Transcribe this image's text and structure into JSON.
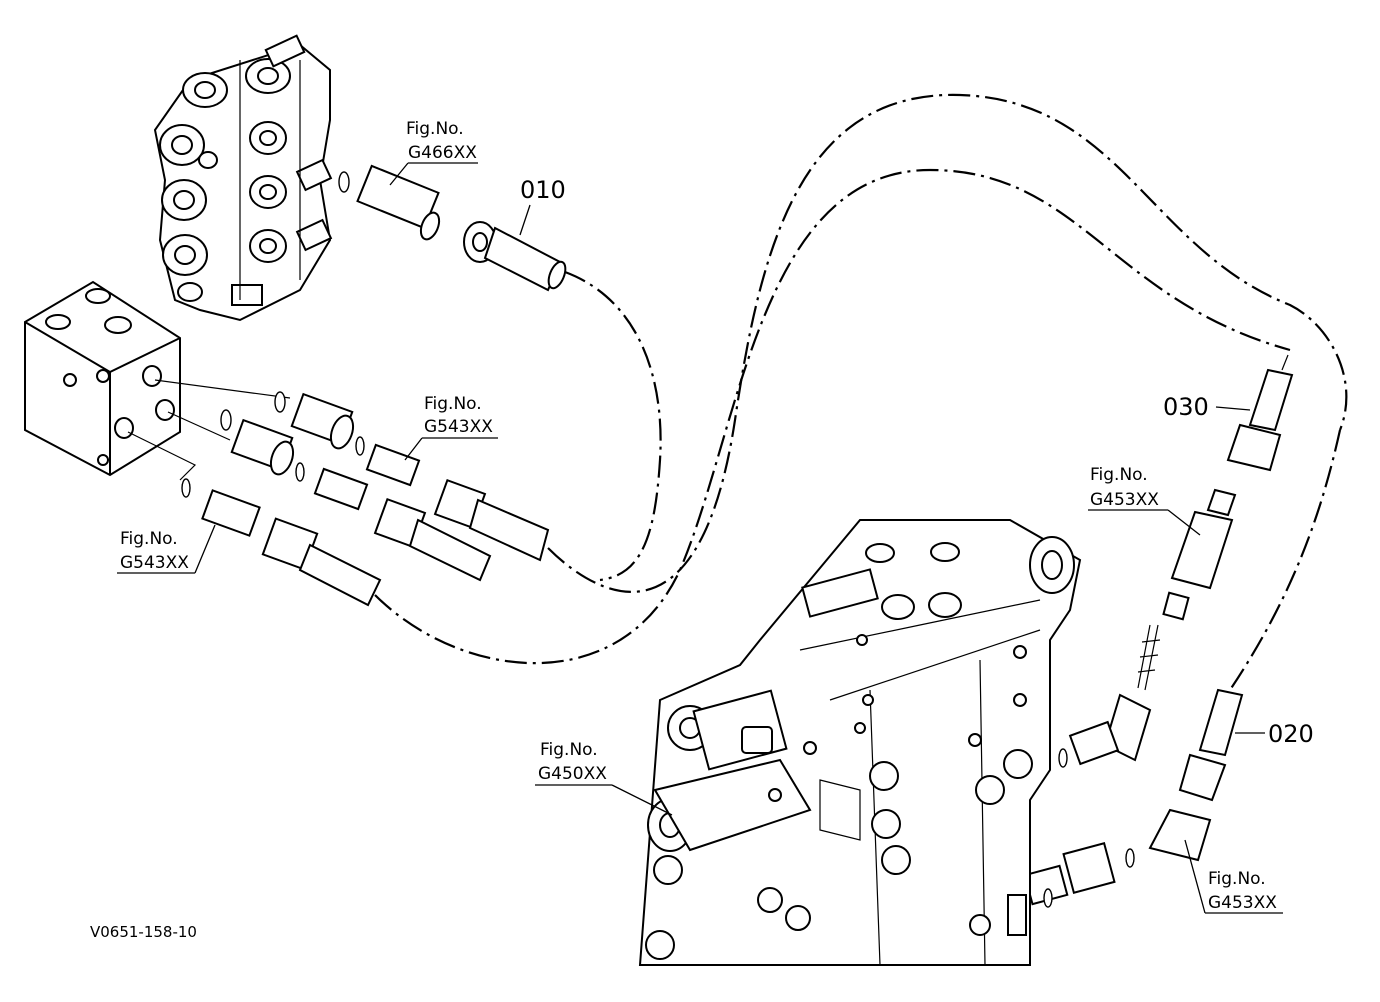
{
  "diagram": {
    "drawing_number": "V0651-158-10",
    "part_numbers": [
      "010",
      "020",
      "030"
    ],
    "figure_refs": [
      {
        "label": "Fig.No.",
        "code": "G466XX"
      },
      {
        "label": "Fig.No.",
        "code": "G543XX"
      },
      {
        "label": "Fig.No.",
        "code": "G543XX"
      },
      {
        "label": "Fig.No.",
        "code": "G453XX"
      },
      {
        "label": "Fig.No.",
        "code": "G450XX"
      },
      {
        "label": "Fig.No.",
        "code": "G453XX"
      }
    ]
  }
}
